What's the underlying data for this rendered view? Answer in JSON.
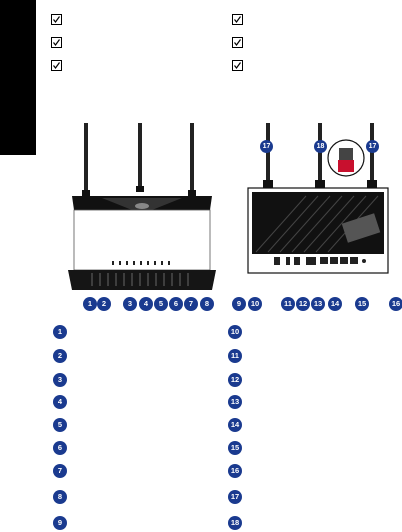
{
  "checklist": {
    "left": [
      "",
      "",
      ""
    ],
    "right": [
      "",
      "",
      ""
    ]
  },
  "front_callouts": [
    "1",
    "2",
    "3",
    "4",
    "5",
    "6",
    "7",
    "8"
  ],
  "rear_callouts": [
    "9",
    "10",
    "11",
    "12",
    "13",
    "14",
    "15",
    "16"
  ],
  "antenna_callouts": [
    "17",
    "18",
    "17"
  ],
  "legend_left": [
    "1",
    "2",
    "3",
    "4",
    "5",
    "6",
    "7",
    "8",
    "9"
  ],
  "legend_right": [
    "10",
    "11",
    "12",
    "13",
    "14",
    "15",
    "16",
    "17",
    "18"
  ],
  "colors": {
    "callout": "#1a3a8f",
    "tab": "#000000",
    "led_accent": "#c8102e"
  }
}
